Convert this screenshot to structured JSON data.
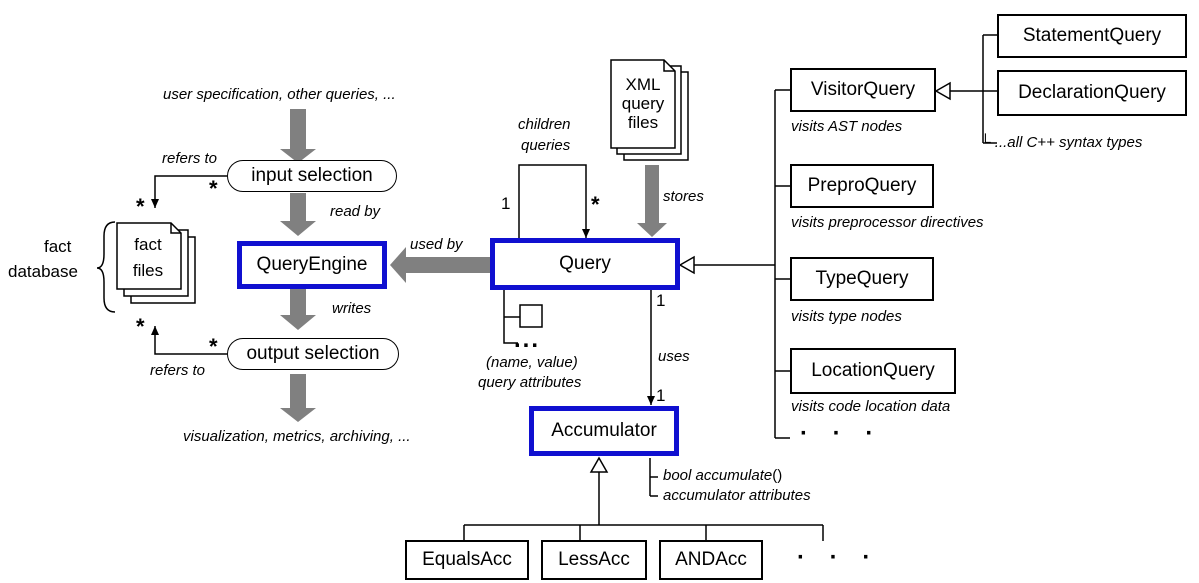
{
  "inputs": {
    "top_note": "user specification, other queries, ...",
    "bottom_note": "visualization, metrics, archiving, ..."
  },
  "selection": {
    "input": "input selection",
    "output": "output selection",
    "refers_to": "refers to",
    "read_by": "read by",
    "writes": "writes"
  },
  "fact_db": {
    "label_line1": "fact",
    "label_line2": "database",
    "files_line1": "fact",
    "files_line2": "files"
  },
  "core": {
    "query_engine": "QueryEngine",
    "query": "Query",
    "accumulator": "Accumulator",
    "used_by": "used by",
    "uses": "uses",
    "stores": "stores",
    "children_line1": "children",
    "children_line2": "queries",
    "attr_line1": "(name, value)",
    "attr_line2": "query attributes"
  },
  "xml": {
    "line1": "XML",
    "line2": "query",
    "line3": "files"
  },
  "multiplicity": {
    "one": "1",
    "many": "*"
  },
  "subclasses": {
    "visitor": "VisitorQuery",
    "visitor_desc": "visits AST nodes",
    "statement": "StatementQuery",
    "declaration": "DeclarationQuery",
    "syntax_note": "...all C++ syntax types",
    "prepro": "PreproQuery",
    "prepro_desc": "visits preprocessor directives",
    "type": "TypeQuery",
    "type_desc": "visits type nodes",
    "location": "LocationQuery",
    "location_desc": "visits code location data",
    "more": "· · ·"
  },
  "accumulators": {
    "method_bool": "bool ",
    "method_name": "accumulate",
    "method_parens": "()",
    "attributes": "accumulator attributes",
    "equals": "EqualsAcc",
    "less": "LessAcc",
    "and": "ANDAcc",
    "more": "· · ·"
  },
  "colors": {
    "highlight": "#1010d0",
    "flow_arrow": "#808080"
  }
}
